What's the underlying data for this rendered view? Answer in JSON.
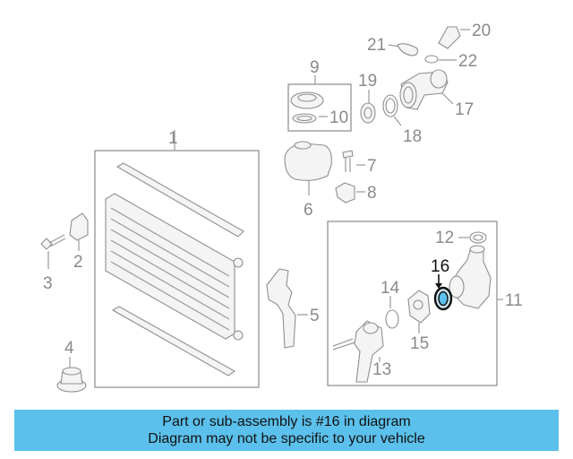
{
  "callouts": {
    "c1": "1",
    "c2": "2",
    "c3": "3",
    "c4": "4",
    "c5": "5",
    "c6": "6",
    "c7": "7",
    "c8": "8",
    "c9": "9",
    "c10": "10",
    "c11": "11",
    "c12": "12",
    "c13": "13",
    "c14": "14",
    "c15": "15",
    "c16": "16",
    "c17": "17",
    "c18": "18",
    "c19": "19",
    "c20": "20",
    "c21": "21",
    "c22": "22"
  },
  "highlighted_callout": "16",
  "colors": {
    "banner": "#5bc0eb",
    "highlight": "#5bc0eb",
    "linework": "#9a9a9a"
  },
  "banner": {
    "line1": "Part or sub-assembly is #16 in diagram",
    "line2": "Diagram may not be specific to your vehicle"
  }
}
